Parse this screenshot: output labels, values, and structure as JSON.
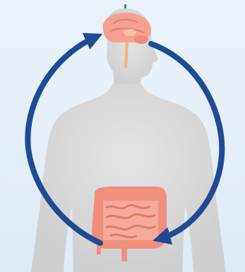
{
  "diagram": {
    "type": "gut-brain-axis",
    "organs": [
      "brain",
      "intestines"
    ],
    "cycle_direction": "clockwise",
    "colors": {
      "background": "#e6f0f9",
      "body": "#d6d6d6",
      "brain": "#f5a091",
      "spinal_cord": "#f6b27a",
      "intestines": "#ef8f7c",
      "arrow": "#1f4a94"
    }
  }
}
